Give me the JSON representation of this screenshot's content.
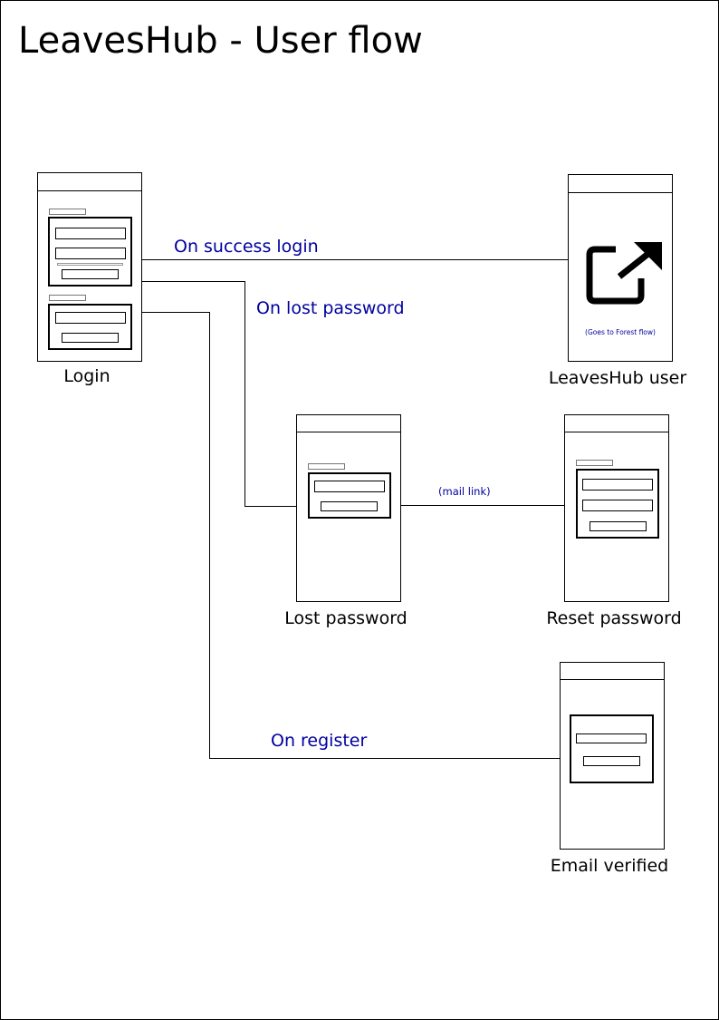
{
  "title": "LeavesHub - User flow",
  "colors": {
    "edge_label": "#00009f",
    "line": "#000000"
  },
  "screens": {
    "login": "Login",
    "leaveshub_user": "LeavesHub user",
    "lost_password": "Lost password",
    "reset_password": "Reset password",
    "email_verified": "Email verified"
  },
  "leaveshub_user_icon": "external-link-icon",
  "leaveshub_user_note": "(Goes to Forest flow)",
  "edges": {
    "success_login": "On success login",
    "lost_password": "On lost password",
    "mail_link": "(mail link)",
    "register": "On register"
  }
}
